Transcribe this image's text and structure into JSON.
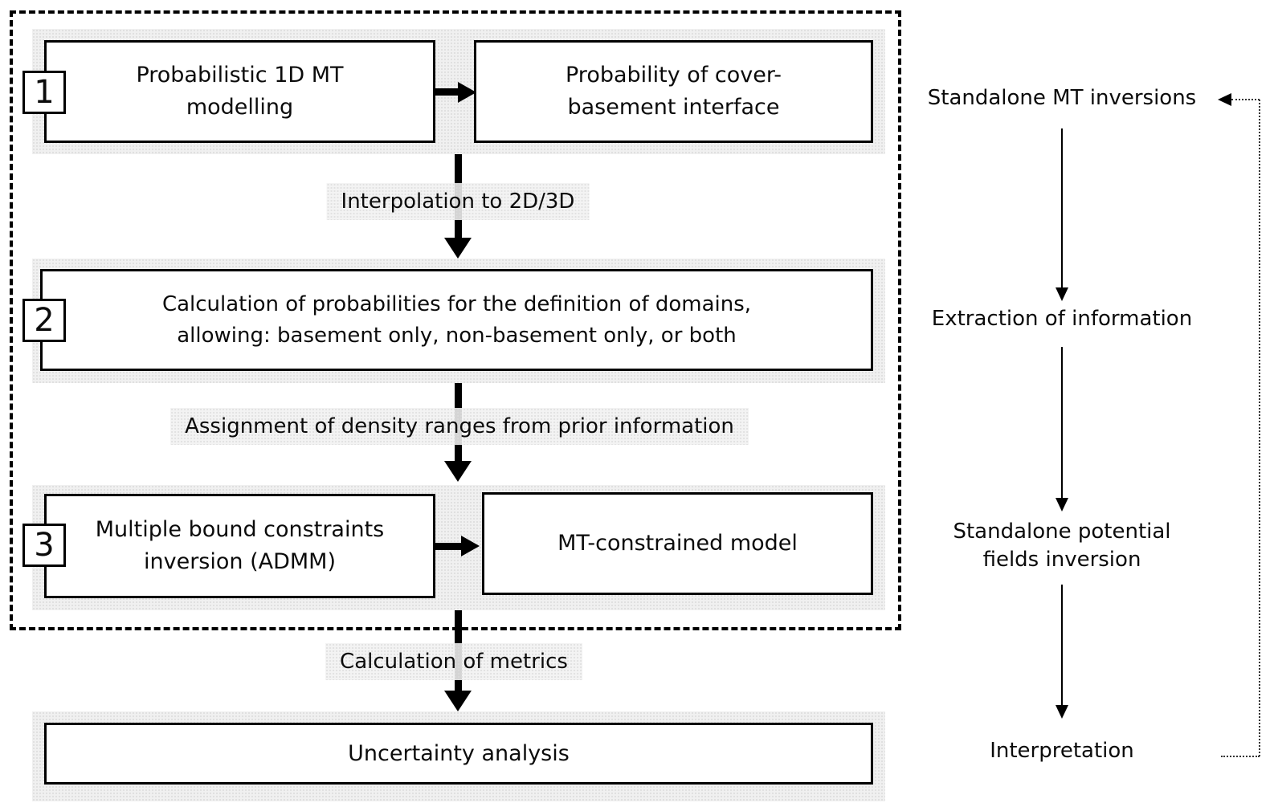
{
  "pipeline": {
    "step1": {
      "badge": "1",
      "box_line1": "Probabilistic 1D MT",
      "box_line2": "modelling",
      "result_line1": "Probability of cover-",
      "result_line2": "basement interface"
    },
    "connector1_label": "Interpolation to 2D/3D",
    "step2": {
      "badge": "2",
      "box_line1": "Calculation of probabilities for the definition of domains,",
      "box_line2": "allowing: basement only, non-basement only, or both"
    },
    "connector2_label": "Assignment of density ranges from prior information",
    "step3": {
      "badge": "3",
      "box_line1": "Multiple bound constraints",
      "box_line2": "inversion (ADMM)",
      "result": "MT-constrained model"
    },
    "connector3_label": "Calculation of metrics",
    "final_box": "Uncertainty analysis"
  },
  "side_flow": {
    "item1": "Standalone MT inversions",
    "item2": "Extraction of information",
    "item3_line1": "Standalone potential",
    "item3_line2": "fields inversion",
    "item4": "Interpretation"
  },
  "colors": {
    "ink": "#000000",
    "shadow_band": "#f0f0f0",
    "background": "#ffffff"
  }
}
